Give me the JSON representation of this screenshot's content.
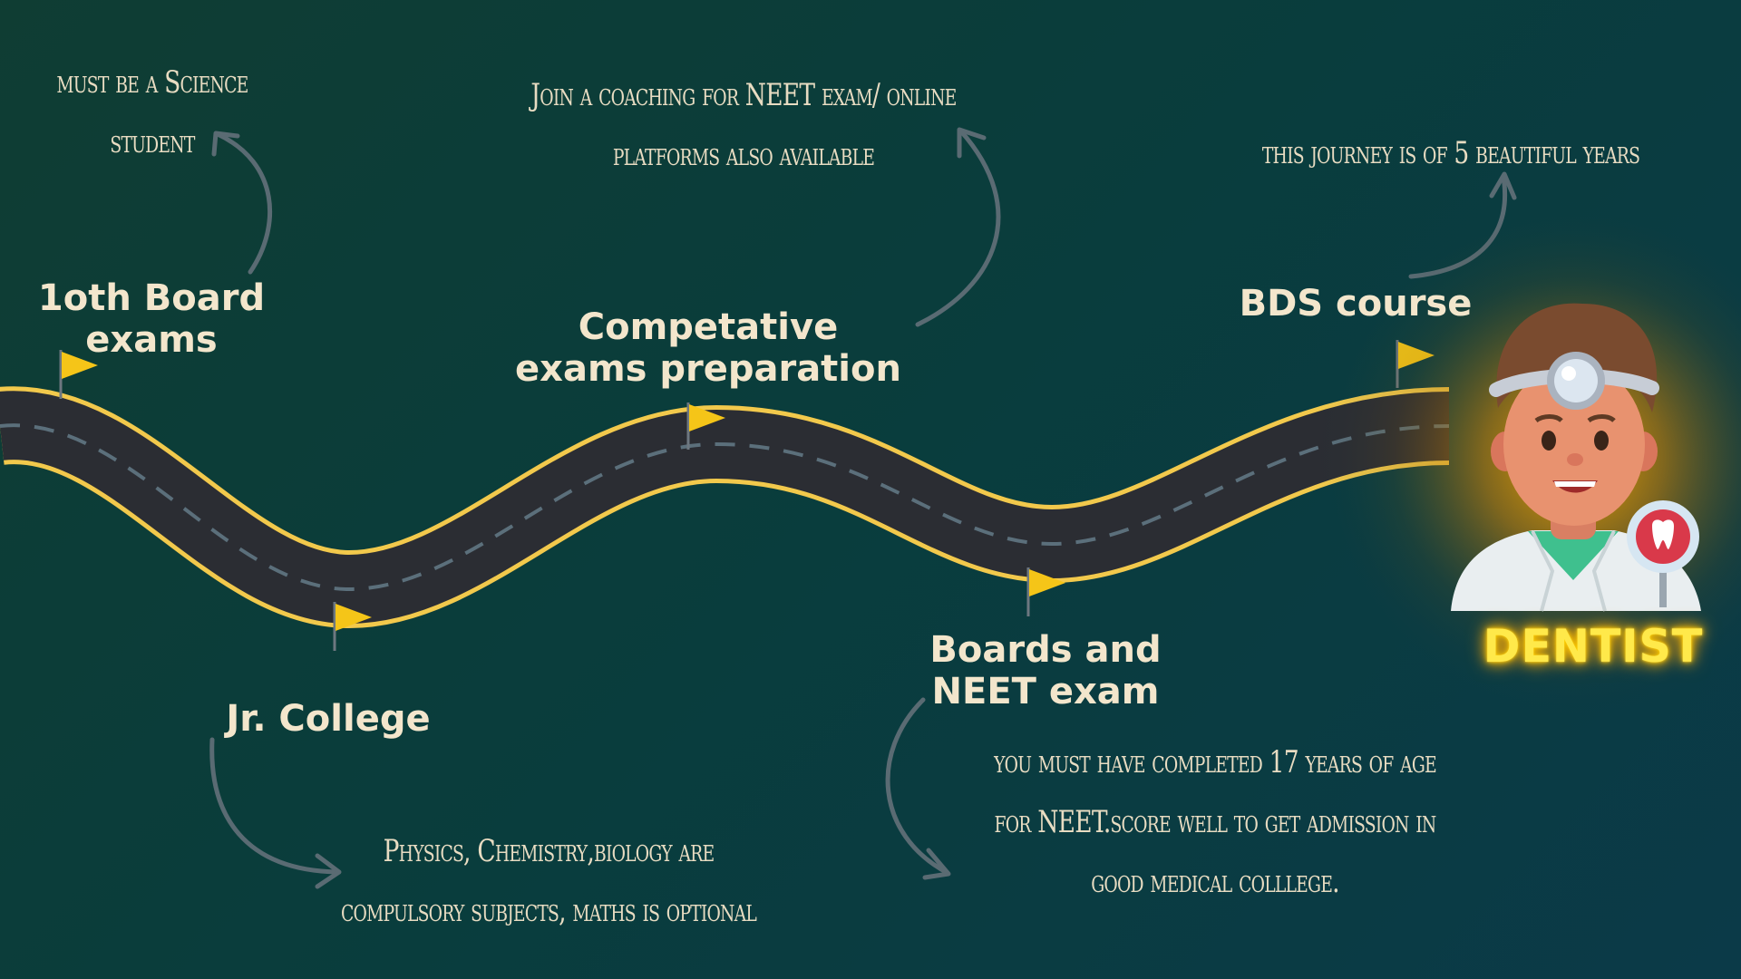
{
  "stages": {
    "board_10th": "1oth Board exams",
    "jr_college": "Jr. College",
    "competitive": "Competative exams preparation",
    "boards_neet": "Boards and NEET exam",
    "bds": "BDS course"
  },
  "notes": {
    "science_student": "must be a Science student",
    "subjects": "Physics, Chemistry,biology are compulsory subjects, maths is optional",
    "coaching": "Join a coaching for NEET exam/ online platforms also available",
    "neet_age": "you must have completed 17 years of age for NEET.score well to get admission in good medical colllege.",
    "bds_years": "this journey is of 5 beautiful years"
  },
  "dentist": {
    "label": "DENTIST"
  },
  "colors": {
    "background": "#0e3d37",
    "road": "#2b2d33",
    "road_edge": "#f2c94c",
    "lane_dash": "#5b6f7b",
    "flag": "#f5c518",
    "text": "#f3e6cc",
    "arrow": "#5a6b73",
    "dentist_glow": "#ffb800"
  },
  "icons": [
    "flag-icon",
    "curved-arrow-icon",
    "dentist-avatar-icon",
    "tooth-icon"
  ]
}
